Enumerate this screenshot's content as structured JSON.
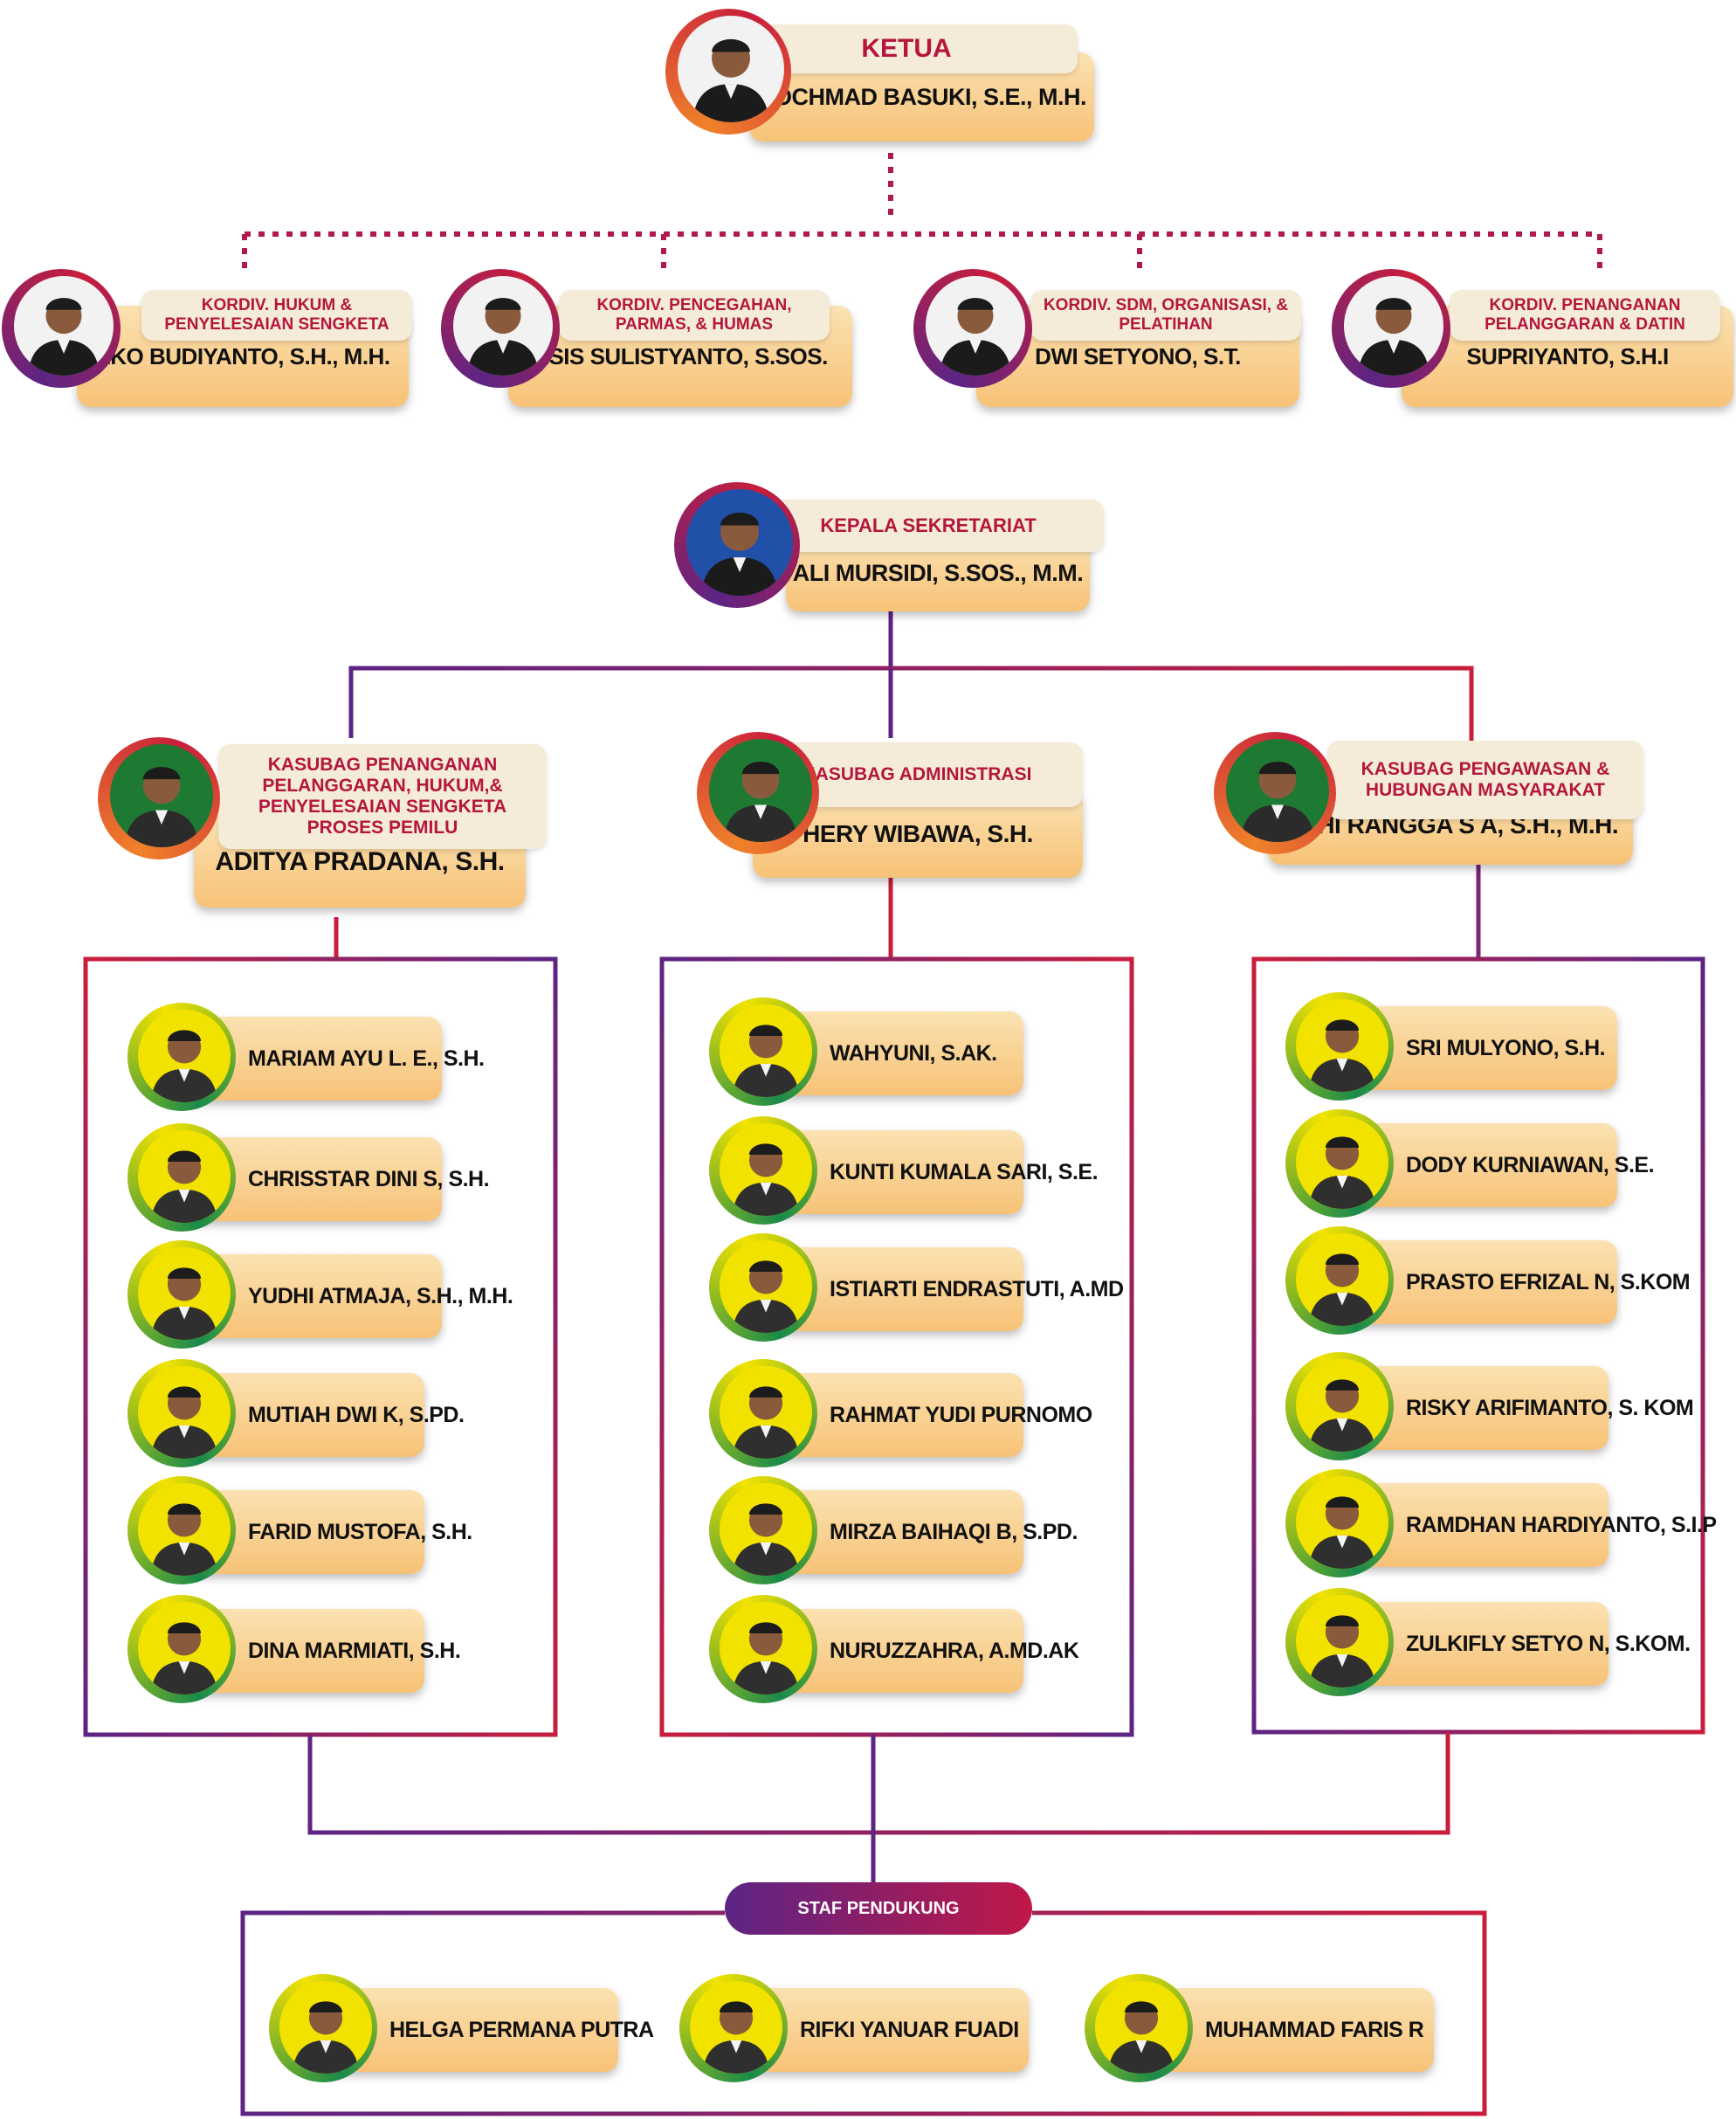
{
  "colors": {
    "purple": "#5d2484",
    "crimson": "#c81e3c",
    "orange": "#f0822a",
    "green": "#1a8a4a",
    "yellow": "#f2e200",
    "name_bar": "#f7c277",
    "title_text": "#b5163c"
  },
  "ketua": {
    "title": "KETUA",
    "name": "ROCHMAD BASUKI, S.E., M.H."
  },
  "kordiv": [
    {
      "title": "KORDIV. HUKUM & PENYELESAIAN SENGKETA",
      "name": "EKO BUDIYANTO, S.H., M.H."
    },
    {
      "title": "KORDIV. PENCEGAHAN, PARMAS, & HUMAS",
      "name": "ASIS SULISTYANTO, S.SOS."
    },
    {
      "title": "KORDIV. SDM, ORGANISASI, & PELATIHAN",
      "name": "DWI SETYONO, S.T."
    },
    {
      "title": "KORDIV. PENANGANAN PELANGGARAN & DATIN",
      "name": "SUPRIYANTO, S.H.I"
    }
  ],
  "sekretariat": {
    "title": "KEPALA SEKRETARIAT",
    "name": "ALI MURSIDI, S.SOS., M.M."
  },
  "kasubag": [
    {
      "title": "KASUBAG PENANGANAN PELANGGARAN, HUKUM,& PENYELESAIAN SENGKETA PROSES PEMILU",
      "name": "ADITYA PRADANA, S.H."
    },
    {
      "title": "KASUBAG ADMINISTRASI",
      "name": "HERY WIBAWA, S.H."
    },
    {
      "title": "KASUBAG PENGAWASAN & HUBUNGAN MASYARAKAT",
      "name": "ADHI RANGGA S A, S.H., M.H."
    }
  ],
  "staff_groups": [
    [
      "MARIAM  AYU  L. E., S.H.",
      "CHRISSTAR DINI  S, S.H.",
      "YUDHI ATMAJA, S.H., M.H.",
      "MUTIAH DWI K, S.PD.",
      "FARID MUSTOFA, S.H.",
      "DINA MARMIATI, S.H."
    ],
    [
      "WAHYUNI, S.AK.",
      "KUNTI KUMALA SARI, S.E.",
      "ISTIARTI ENDRASTUTI, A.MD",
      "RAHMAT YUDI PURNOMO",
      "MIRZA BAIHAQI B, S.PD.",
      "NURUZZAHRA, A.MD.AK"
    ],
    [
      "SRI MULYONO, S.H.",
      "DODY KURNIAWAN, S.E.",
      "PRASTO EFRIZAL N, S.KOM",
      "RISKY ARIFIMANTO, S. KOM",
      "RAMDHAN HARDIYANTO, S.I.P",
      "ZULKIFLY SETYO N, S.KOM."
    ]
  ],
  "pendukung": {
    "title": "STAF PENDUKUNG",
    "members": [
      "HELGA PERMANA PUTRA",
      "RIFKI YANUAR FUADI",
      "MUHAMMAD FARIS R"
    ]
  }
}
